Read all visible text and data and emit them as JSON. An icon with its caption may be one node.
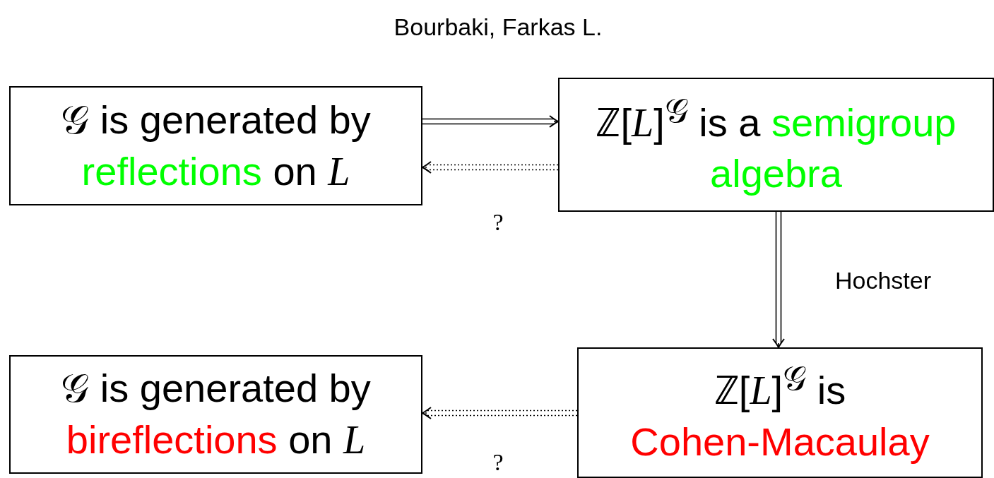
{
  "diagram": {
    "nodes": [
      {
        "text": [
          "𝒢 is generated by reflections on *L*"
        ]
      },
      {
        "text": [
          "ℤ[*L*]$^{𝒢}$ is a semigroup algebra"
        ]
      },
      {
        "text": [
          "𝒢 is generated by bireflections on *L*"
        ]
      },
      {
        "text": [
          "ℤ[*L*]$^{𝒢}$ is Cohen-Macaulay"
        ]
      }
    ],
    "edges": [
      {
        "from": 0,
        "to": 1,
        "arrow": "to",
        "label": "Bourbaki, Farkas L."
      },
      {
        "from": 1,
        "to": 0,
        "arrow": "to",
        "label": "?",
        "style": "dashed"
      },
      {
        "from": 1,
        "to": 3,
        "arrow": "to",
        "label": "Hochster"
      },
      {
        "from": 3,
        "to": 2,
        "arrow": "to",
        "label": "?",
        "style": "dashed"
      }
    ]
  }
}
